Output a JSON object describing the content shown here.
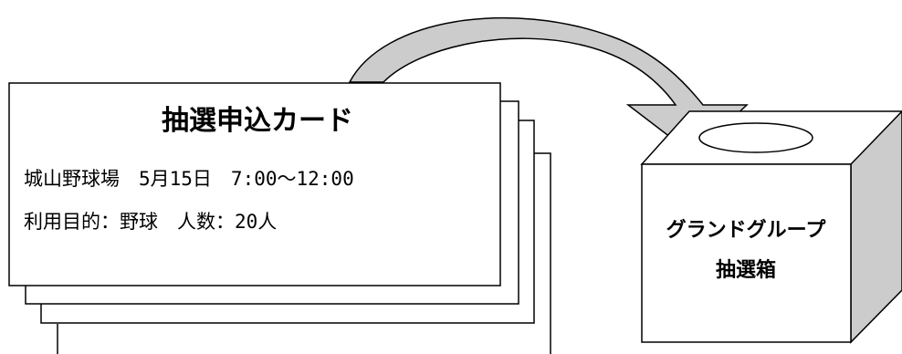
{
  "card": {
    "title": "抽選申込カード",
    "line1": "城山野球場　5月15日　7:00～12:00",
    "line2": "利用目的：野球　人数：20人"
  },
  "box": {
    "label_line1": "グランドグループ",
    "label_line2": "抽選箱"
  },
  "colors": {
    "stroke": "#000000",
    "arrow_fill": "#cccccc",
    "box_side": "#cccccc",
    "background": "#ffffff"
  }
}
